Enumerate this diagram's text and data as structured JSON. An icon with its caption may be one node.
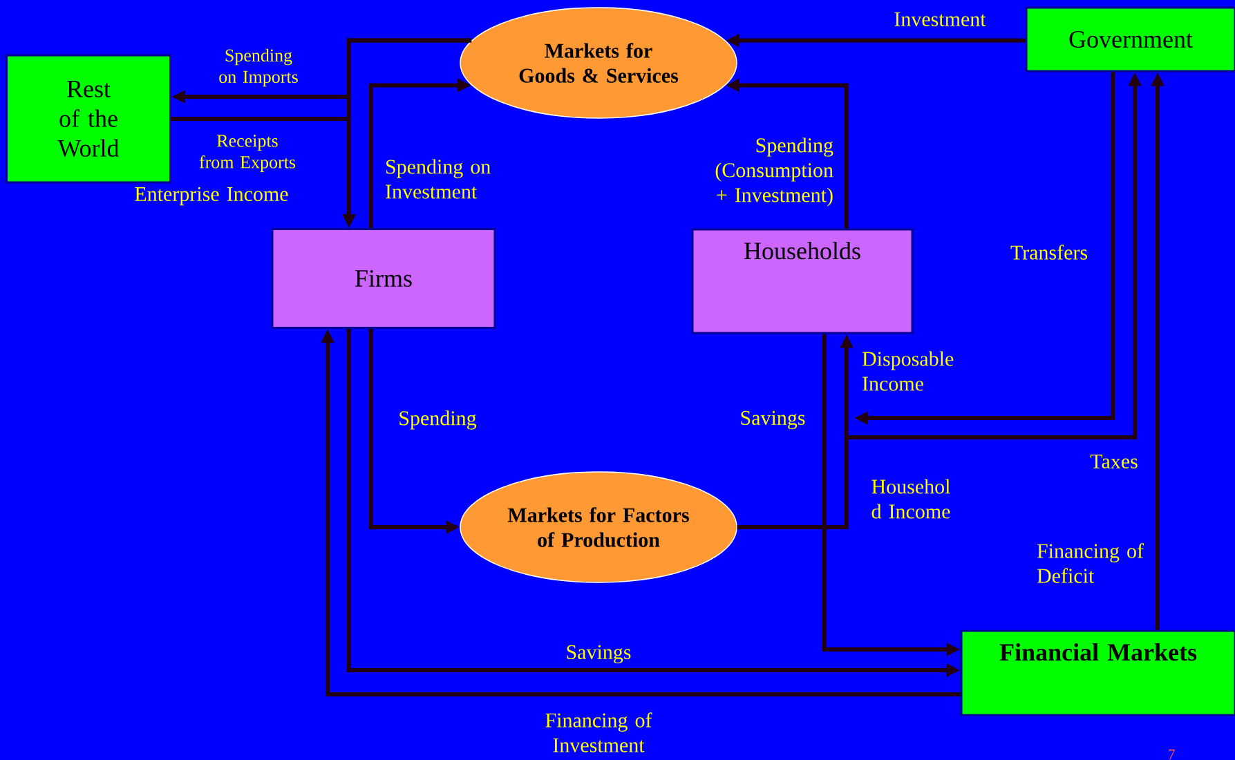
{
  "diagram": {
    "nodes": [
      {
        "text": [
          "Rest of the World"
        ]
      },
      {
        "text": [
          "Markets for Goods & Services"
        ]
      },
      {
        "text": [
          "Government"
        ]
      },
      {
        "text": [
          "Firms"
        ]
      },
      {
        "text": [
          "Households"
        ]
      },
      {
        "text": [
          "Markets for Factors of Production"
        ]
      },
      {
        "text": [
          "Financial Markets"
        ]
      }
    ],
    "edges": [
      {
        "from": 1,
        "to": 3,
        "arrow": "to",
        "label": "Enterprise Income"
      },
      {
        "from": 1,
        "to": 0,
        "arrow": "to",
        "label": "Spending on Imports"
      },
      {
        "from": 0,
        "to": 3,
        "arrow": "to",
        "label": "Receipts from Exports"
      },
      {
        "from": 3,
        "to": 1,
        "arrow": "to",
        "label": "Spending on Investment"
      },
      {
        "from": 2,
        "to": 1,
        "arrow": "to",
        "label": "Investment"
      },
      {
        "from": 4,
        "to": 1,
        "arrow": "to",
        "label": "Spending (Consumption + Investment)"
      },
      {
        "from": 3,
        "to": 5,
        "arrow": "to",
        "label": "Spending"
      },
      {
        "from": 5,
        "to": 4,
        "arrow": "to",
        "label": "Househol d Income"
      },
      {
        "from": 2,
        "to": null,
        "arrow": "to",
        "label": "Transfers"
      },
      {
        "from": 5,
        "to": 2,
        "arrow": "to",
        "label": "Taxes"
      },
      {
        "from": 4,
        "to": 6,
        "arrow": "to",
        "label": "Savings"
      },
      {
        "from": 3,
        "to": 6,
        "arrow": "to",
        "label": "Savings"
      },
      {
        "from": 6,
        "to": 3,
        "arrow": "to",
        "label": "Financing of Investment"
      },
      {
        "from": 6,
        "to": 2,
        "arrow": "to",
        "label": "Financing of Deficit"
      }
    ],
    "labels": [
      "Disposable Income",
      "7"
    ]
  }
}
